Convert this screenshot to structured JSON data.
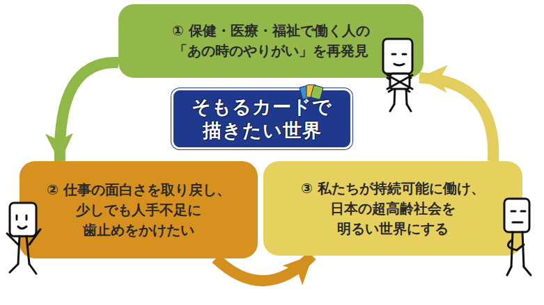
{
  "diagram": {
    "nodes": [
      {
        "text": [
          "① 保健・医療・福祉で働く人の 「あの時のやりがい」を再発見"
        ]
      },
      {
        "text": [
          "そもるカードで 描きたい世界"
        ]
      },
      {
        "text": [
          "② 仕事の面白さを取り戻し、 少しでも人手不足に 歯止めをかけたい"
        ]
      },
      {
        "text": [
          "③ 私たちが持続可能に働け、 日本の超高齢社会を 明るい世界にする"
        ]
      }
    ],
    "edges": [
      {
        "from": 0,
        "to": 2,
        "arrow": "to"
      },
      {
        "from": 2,
        "to": 3,
        "arrow": "to"
      },
      {
        "from": 3,
        "to": 0,
        "arrow": "to"
      }
    ]
  }
}
